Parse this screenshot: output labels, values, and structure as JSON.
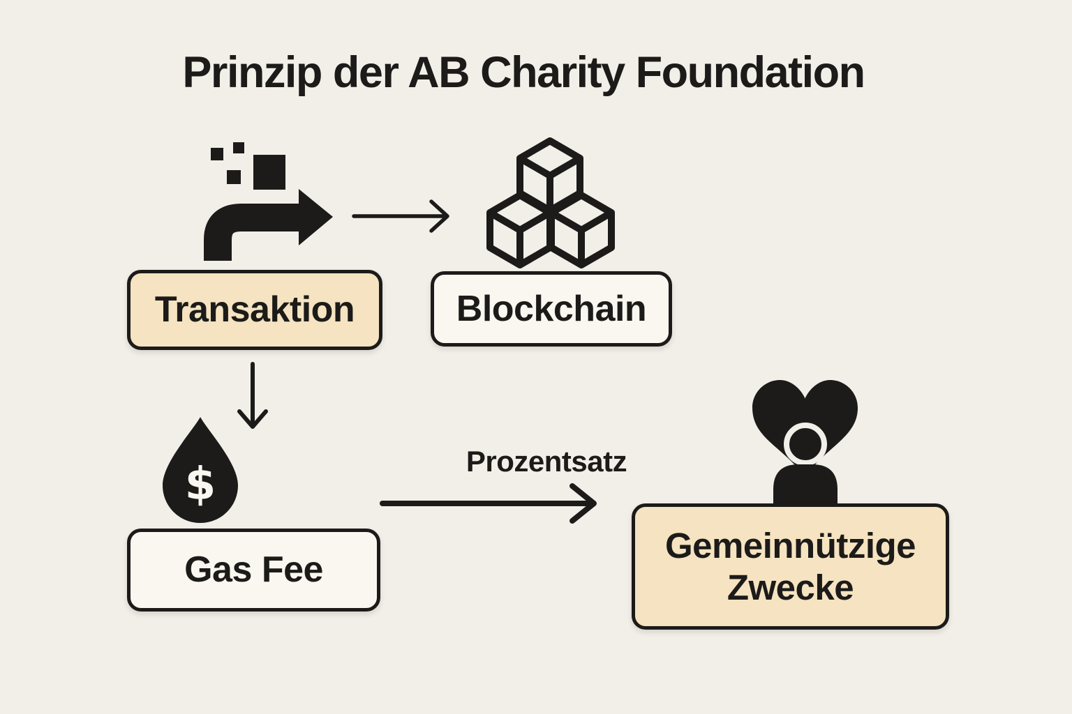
{
  "title": "Prinzip der AB Charity Foundation",
  "colors": {
    "background": "#f2efe9",
    "ink": "#1c1b19",
    "box_tan": "#f5e3c1",
    "box_cream": "#faf7f0"
  },
  "nodes": {
    "transaktion": {
      "label": "Transaktion"
    },
    "blockchain": {
      "label": "Blockchain"
    },
    "gas_fee": {
      "label": "Gas Fee"
    },
    "gemeinnuetzige_zwecke": {
      "label_line1": "Gemeinnützige",
      "label_line2": "Zwecke"
    }
  },
  "edges": {
    "gasfee_to_zwecke_label": "Prozentsatz"
  },
  "icons": {
    "transaction_icon": "pixel-transfer-arrow",
    "blockchain_icon": "isometric-cubes",
    "gas_fee_icon": "drop-with-dollar",
    "gas_fee_symbol": "$",
    "zwecke_icon": "person-with-heart"
  }
}
